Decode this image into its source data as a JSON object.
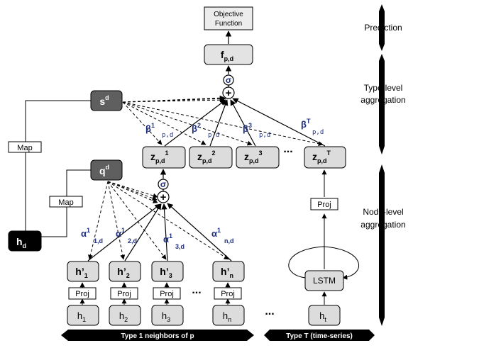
{
  "prediction": {
    "objective": [
      "Objective",
      "Function"
    ],
    "f": {
      "main": "f",
      "sub": "p,d"
    }
  },
  "sections": {
    "prediction": "Prediction",
    "type_level": [
      "Type-level",
      "aggregation"
    ],
    "node_level": [
      "Node-level",
      "aggregation"
    ]
  },
  "ops": {
    "sigma": "σ",
    "plus": "+"
  },
  "type_level": {
    "s": {
      "main": "s",
      "sup": "d"
    },
    "betas": [
      {
        "main": "β",
        "sup": "1",
        "sub": "p,d"
      },
      {
        "main": "β",
        "sup": "2",
        "sub": "p,d"
      },
      {
        "main": "β",
        "sup": "3",
        "sub": "p,d"
      },
      {
        "main": "β",
        "sup": "T",
        "sub": "p,d"
      }
    ],
    "z": [
      {
        "main": "z",
        "sub": "p,d",
        "sup": "1"
      },
      {
        "main": "z",
        "sub": "p,d",
        "sup": "2"
      },
      {
        "main": "z",
        "sub": "p,d",
        "sup": "3"
      },
      {
        "main": "z",
        "sub": "p,d",
        "sup": "T"
      }
    ],
    "ellipsis": "..."
  },
  "node_level": {
    "q": {
      "main": "q",
      "sup": "d"
    },
    "h_d": {
      "main": "h",
      "sub": "d"
    },
    "map_label": "Map",
    "alphas": [
      {
        "main": "α",
        "sup": "1",
        "sub": "1,d"
      },
      {
        "main": "α",
        "sup": "1",
        "sub": "2,d"
      },
      {
        "main": "α",
        "sup": "1",
        "sub": "3,d"
      },
      {
        "main": "α",
        "sup": "1",
        "sub": "n,d"
      }
    ],
    "h_prime": [
      {
        "main": "h’",
        "sub": "1"
      },
      {
        "main": "h’",
        "sub": "2"
      },
      {
        "main": "h’",
        "sub": "3"
      },
      {
        "main": "h’",
        "sub": "n"
      }
    ],
    "h": [
      {
        "main": "h",
        "sub": "1"
      },
      {
        "main": "h",
        "sub": "2"
      },
      {
        "main": "h",
        "sub": "3"
      },
      {
        "main": "h",
        "sub": "n"
      }
    ],
    "proj_label": "Proj",
    "ellipsis": "..."
  },
  "time_series": {
    "h_t": {
      "main": "h",
      "sub": "t"
    },
    "lstm": "LSTM",
    "proj_label": "Proj"
  },
  "footer": {
    "type1": "Type 1 neighbors of p",
    "typeT": "Type T (time-series)"
  },
  "colors": {
    "box_light": "#dcdcdc",
    "box_dark": "#5f5f5f",
    "box_black": "#000000",
    "greek": "#1f2f80",
    "line": "#000000"
  }
}
